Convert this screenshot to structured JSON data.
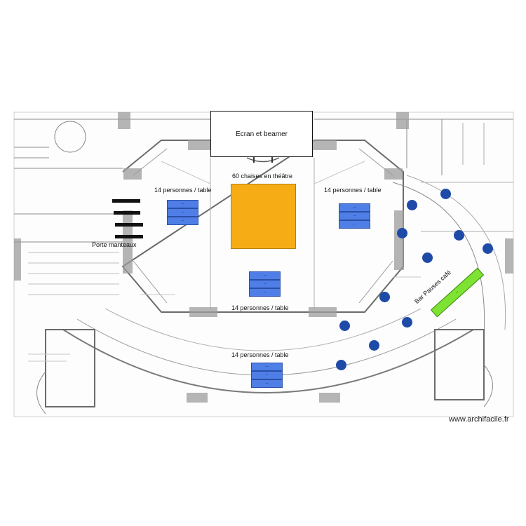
{
  "labels": {
    "screen": "Ecran et beamer",
    "theatre": "60 chaises en théâtre",
    "table_top_left": "14 personnes / table",
    "table_top_right": "14 personnes / table",
    "table_center": "14 personnes / table",
    "table_bottom": "14 personnes / table",
    "coat_rack": "Porte manteaux",
    "coffee_bar": "Bar Pauses café",
    "table_mark": "--",
    "watermark": "www.archifacile.fr"
  },
  "colors": {
    "theatre": "#f6ad15",
    "table": "#4f7fe6",
    "seat_dot": "#1e4aa8",
    "coffee_bar": "#7ee232",
    "plan_lines": "#8a8a8a"
  }
}
